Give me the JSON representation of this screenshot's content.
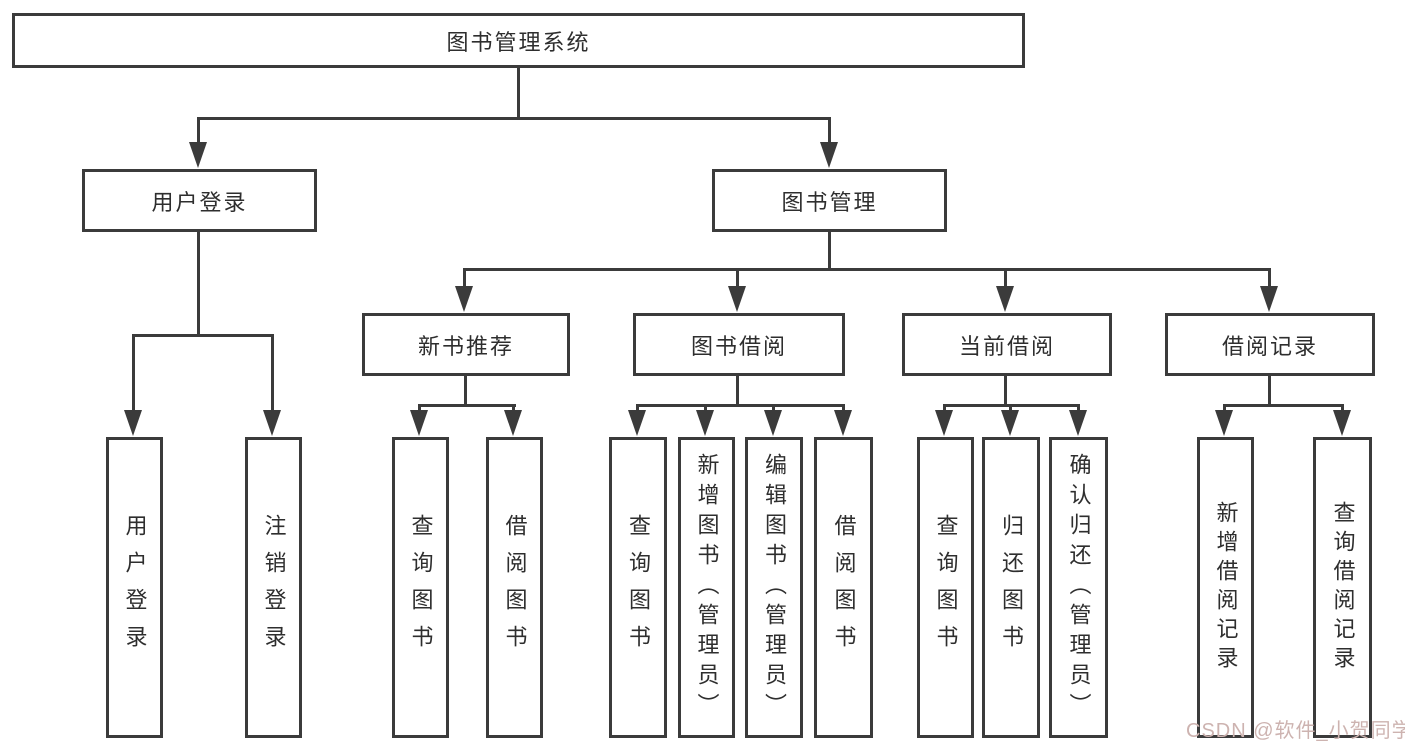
{
  "nodes": {
    "root": "图书管理系统",
    "user_login": "用户登录",
    "book_mgmt": "图书管理",
    "new_books": "新书推荐",
    "book_borrow": "图书借阅",
    "current_borrow": "当前借阅",
    "borrow_records": "借阅记录",
    "leaf_ul_login": "用户登录",
    "leaf_ul_logout": "注销登录",
    "leaf_nb_query": "查询图书",
    "leaf_nb_borrow": "借阅图书",
    "leaf_bb_query": "查询图书",
    "leaf_bb_add": "新增图书（管理员）",
    "leaf_bb_edit": "编辑图书（管理员）",
    "leaf_bb_borrow": "借阅图书",
    "leaf_cb_query": "查询图书",
    "leaf_cb_return": "归还图书",
    "leaf_cb_confirm": "确认归还（管理员）",
    "leaf_rec_add": "新增借阅记录",
    "leaf_rec_query": "查询借阅记录"
  },
  "watermark": "CSDN @软件_小贺同学",
  "colors": {
    "line": "#3b3b3b",
    "text": "#2e2e2e",
    "wm": "#cdb3b0"
  }
}
